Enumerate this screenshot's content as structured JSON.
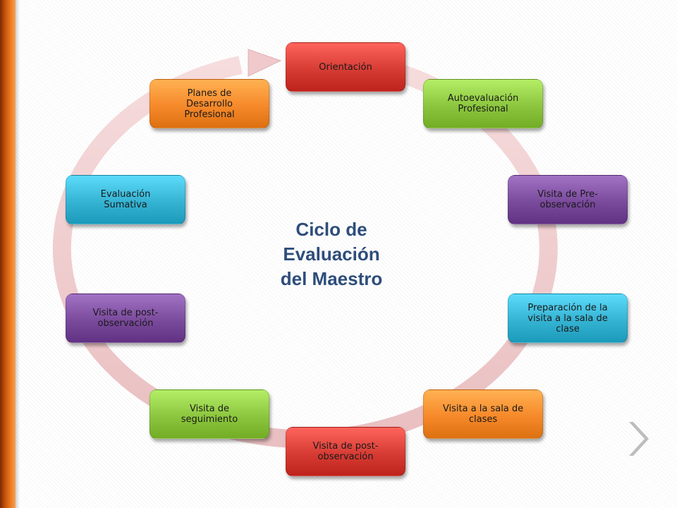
{
  "colors": {
    "accent_bar": "#e2711d",
    "ring": "#efc9cb",
    "title": "#2e4d7b",
    "red": "#d63c34",
    "green": "#8cc63e",
    "purple": "#7a4a9c",
    "cyan": "#35b3d3",
    "orange": "#f6892a",
    "chevron": "#b9b9b9"
  },
  "diagram": {
    "title": "Ciclo de\nEvaluación\ndel Maestro",
    "steps": [
      {
        "label": "Orientación",
        "color": "red"
      },
      {
        "label": "Autoevaluación\nProfesional",
        "color": "green"
      },
      {
        "label": "Visita de Pre-\nobservación",
        "color": "purple"
      },
      {
        "label": "Preparación de la\nvisita a la sala de\nclase",
        "color": "cyan"
      },
      {
        "label": "Visita a la sala de\nclases",
        "color": "orange"
      },
      {
        "label": "Visita de post-\nobservación",
        "color": "red"
      },
      {
        "label": "Visita de\nseguimiento",
        "color": "green"
      },
      {
        "label": "Visita de post-\nobservación",
        "color": "purple"
      },
      {
        "label": "Evaluación\nSumativa",
        "color": "cyan"
      },
      {
        "label": "Planes de\nDesarrollo\nProfesional",
        "color": "orange"
      }
    ]
  },
  "navigation": {
    "next_icon": "chevron-right-icon"
  }
}
